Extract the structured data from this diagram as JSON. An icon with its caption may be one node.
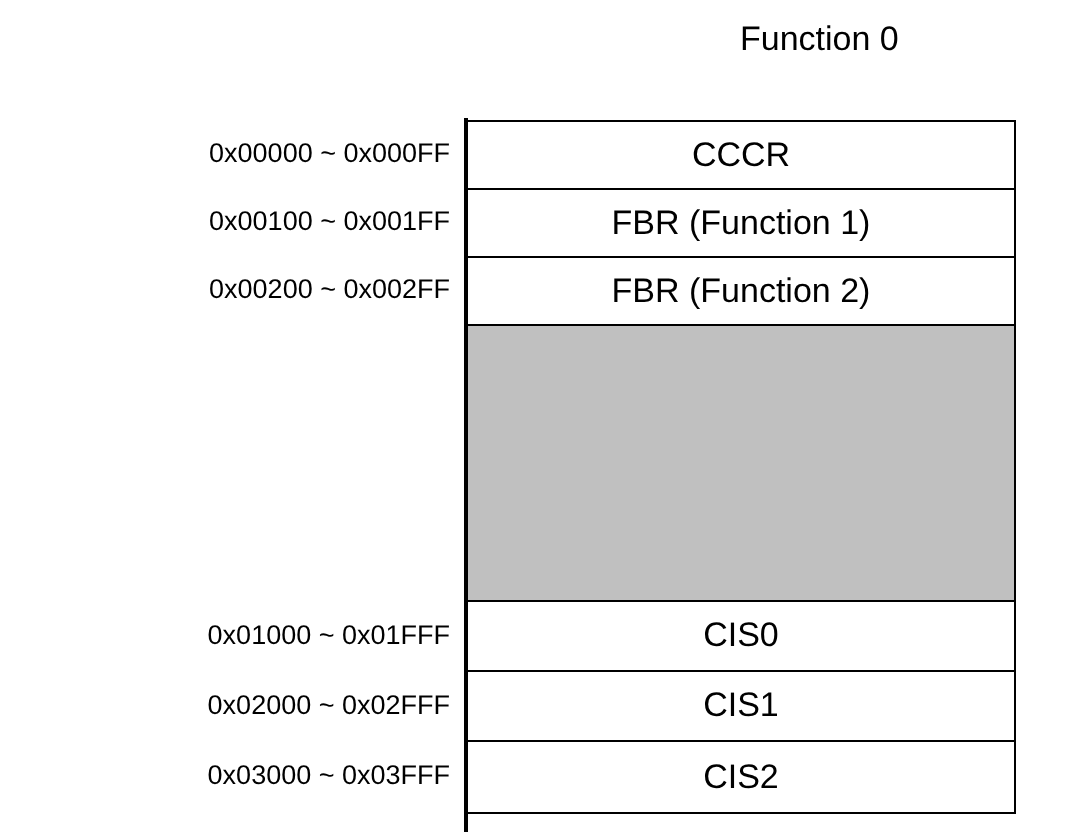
{
  "diagram": {
    "title": "Function 0",
    "nodes": [
      {
        "text": [
          "CCCR"
        ],
        "beside": [
          "0x00000 ~ 0x000FF"
        ]
      },
      {
        "text": [
          "FBR (Function 1)"
        ],
        "beside": [
          "0x00100 ~ 0x001FF"
        ]
      },
      {
        "text": [
          "FBR (Function 2)"
        ],
        "beside": [
          "0x00200 ~ 0x002FF"
        ]
      },
      {
        "text": [],
        "shape": "box"
      },
      {
        "text": [
          "CIS0"
        ],
        "beside": [
          "0x01000 ~ 0x01FFF"
        ]
      },
      {
        "text": [
          "CIS1"
        ],
        "beside": [
          "0x02000 ~ 0x02FFF"
        ]
      },
      {
        "text": [
          "CIS2"
        ],
        "beside": [
          "0x03000 ~ 0x03FFF"
        ]
      }
    ]
  }
}
